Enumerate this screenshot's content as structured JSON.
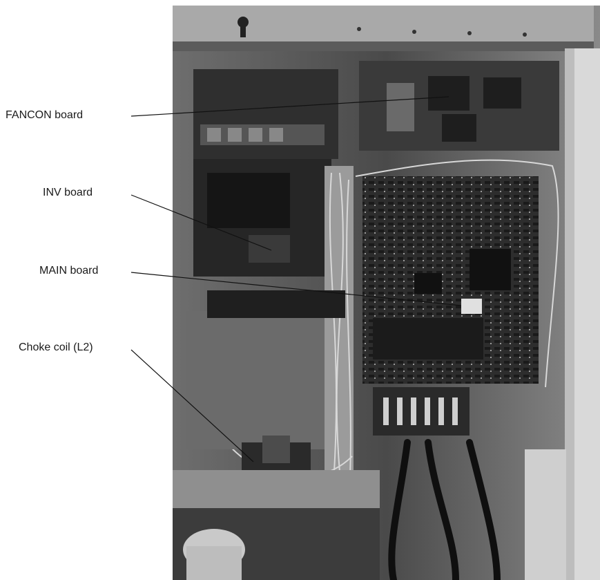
{
  "callouts": [
    {
      "id": "fancon",
      "text": "FANCON board"
    },
    {
      "id": "inv",
      "text": "INV board"
    },
    {
      "id": "main",
      "text": "MAIN board"
    },
    {
      "id": "choke",
      "text": "Choke coil (L2)"
    }
  ],
  "colors": {
    "background": "#ffffff",
    "label_text": "#1a1a1a",
    "leader_line": "#111111",
    "photo_grey": "#8a8a8a"
  }
}
